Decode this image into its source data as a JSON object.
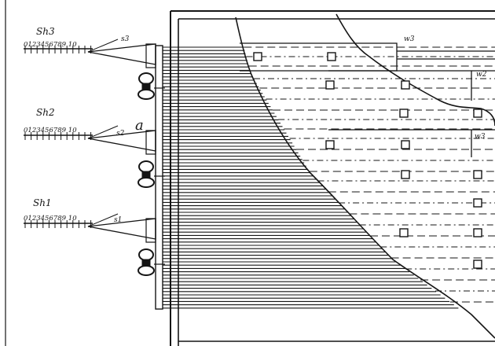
{
  "colors": {
    "ink": "#151515",
    "paper": "#ffffff"
  },
  "scales": [
    {
      "label": "Sh3",
      "digits": "0123456789 10",
      "lever_label": "s3"
    },
    {
      "label": "Sh2",
      "digits": "0123456789 10",
      "lever_label": "s2"
    },
    {
      "label": "Sh1",
      "digits": "0123456789 10",
      "lever_label": "s1"
    }
  ],
  "center_mark": "a",
  "wire_labels": [
    "w3",
    "w2",
    "w3"
  ]
}
